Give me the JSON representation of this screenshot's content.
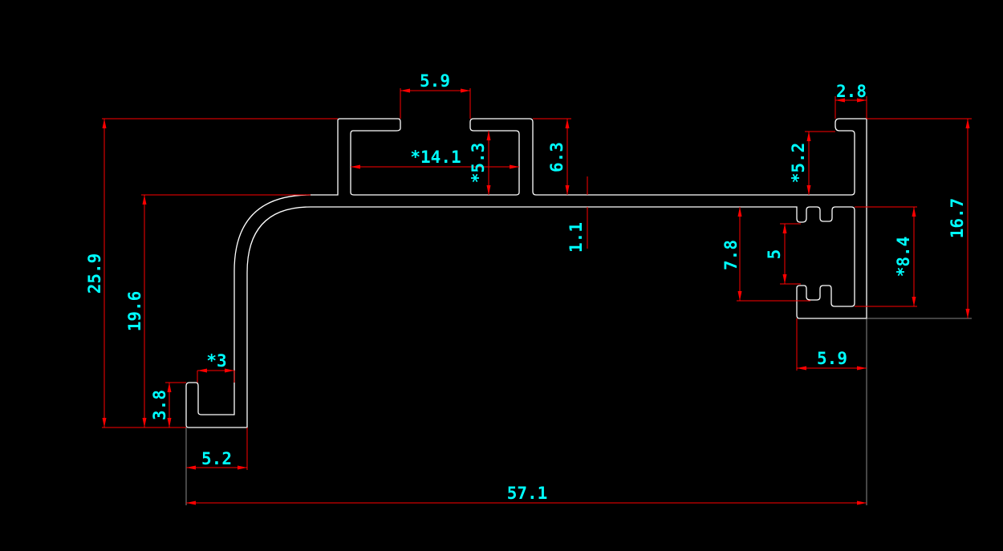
{
  "drawing": {
    "type": "aluminum profile cross-section",
    "colors": {
      "background": "#000000",
      "outline": "#ffffff",
      "dimension_lines": "#ff0000",
      "dimension_text": "#00ffff"
    },
    "dimensions": {
      "top_slot_opening": "5.9",
      "top_slot_inner_width": "*14.1",
      "top_slot_inner_height": "*5.3",
      "top_height": "6.3",
      "bar_thickness": "1.1",
      "right_opening": "2.8",
      "right_upper_inner": "*5.2",
      "right_total_height": "16.7",
      "right_lower_inner": "*8.4",
      "right_teeth_gap": "5",
      "right_teeth_outer": "7.8",
      "right_bottom_width": "5.9",
      "overall_height": "25.9",
      "bend_height": "19.6",
      "hook_opening": "*3",
      "hook_height": "3.8",
      "hook_width": "5.2",
      "overall_width": "57.1"
    }
  }
}
